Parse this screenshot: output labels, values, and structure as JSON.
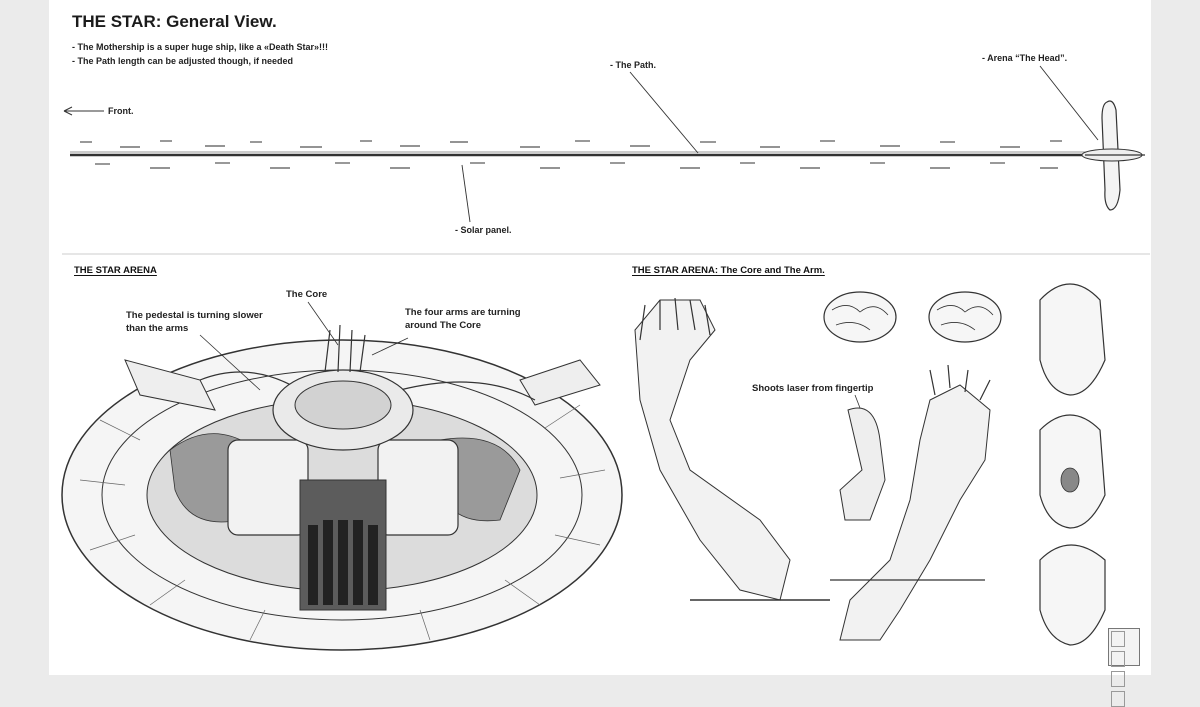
{
  "header": {
    "title": "THE STAR: General View.",
    "notes": [
      "- The Mothership is a super huge ship, like a «Death Star»!!!",
      "- The Path length can be adjusted though, if needed"
    ]
  },
  "overview": {
    "front": "Front.",
    "path": "- The Path.",
    "arena_head": "- Arena “The Head”.",
    "solar_panel": "- Solar panel."
  },
  "arena": {
    "title": "THE STAR ARENA",
    "core": "The Core",
    "pedestal": [
      "The pedestal is turning slower",
      "than the arms"
    ],
    "arms": [
      "The four arms are turning",
      "around The Core"
    ]
  },
  "core_arm": {
    "title": "THE STAR ARENA: The Core and The Arm.",
    "laser": "Shoots laser from fingertip"
  }
}
